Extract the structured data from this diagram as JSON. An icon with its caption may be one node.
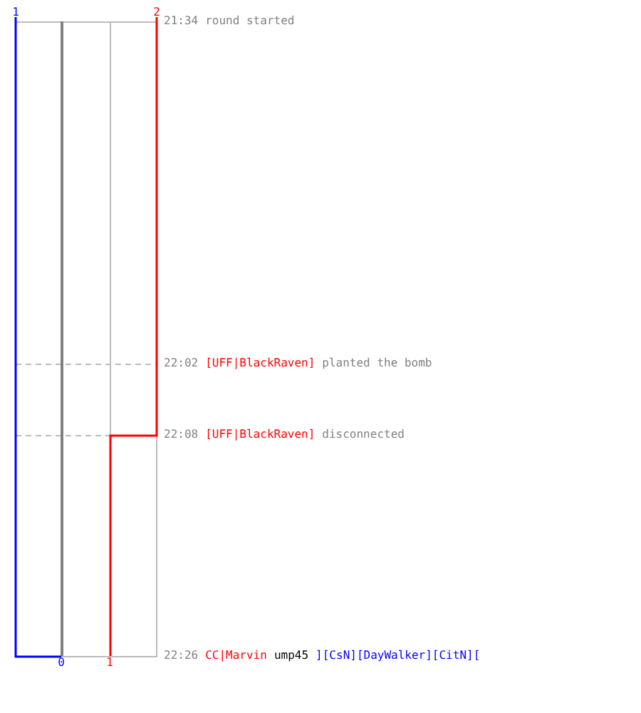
{
  "diagram": {
    "labels": [
      "1",
      "2",
      "21:34",
      "round started",
      "22:02",
      "[UFF|BlackRaven]",
      "planted the bomb",
      "22:08",
      "[UFF|BlackRaven]",
      "disconnected",
      "22:26",
      "CC|Marvin",
      "ump45",
      "][CsN][DayWalker][CitN][",
      "0",
      "1"
    ]
  }
}
